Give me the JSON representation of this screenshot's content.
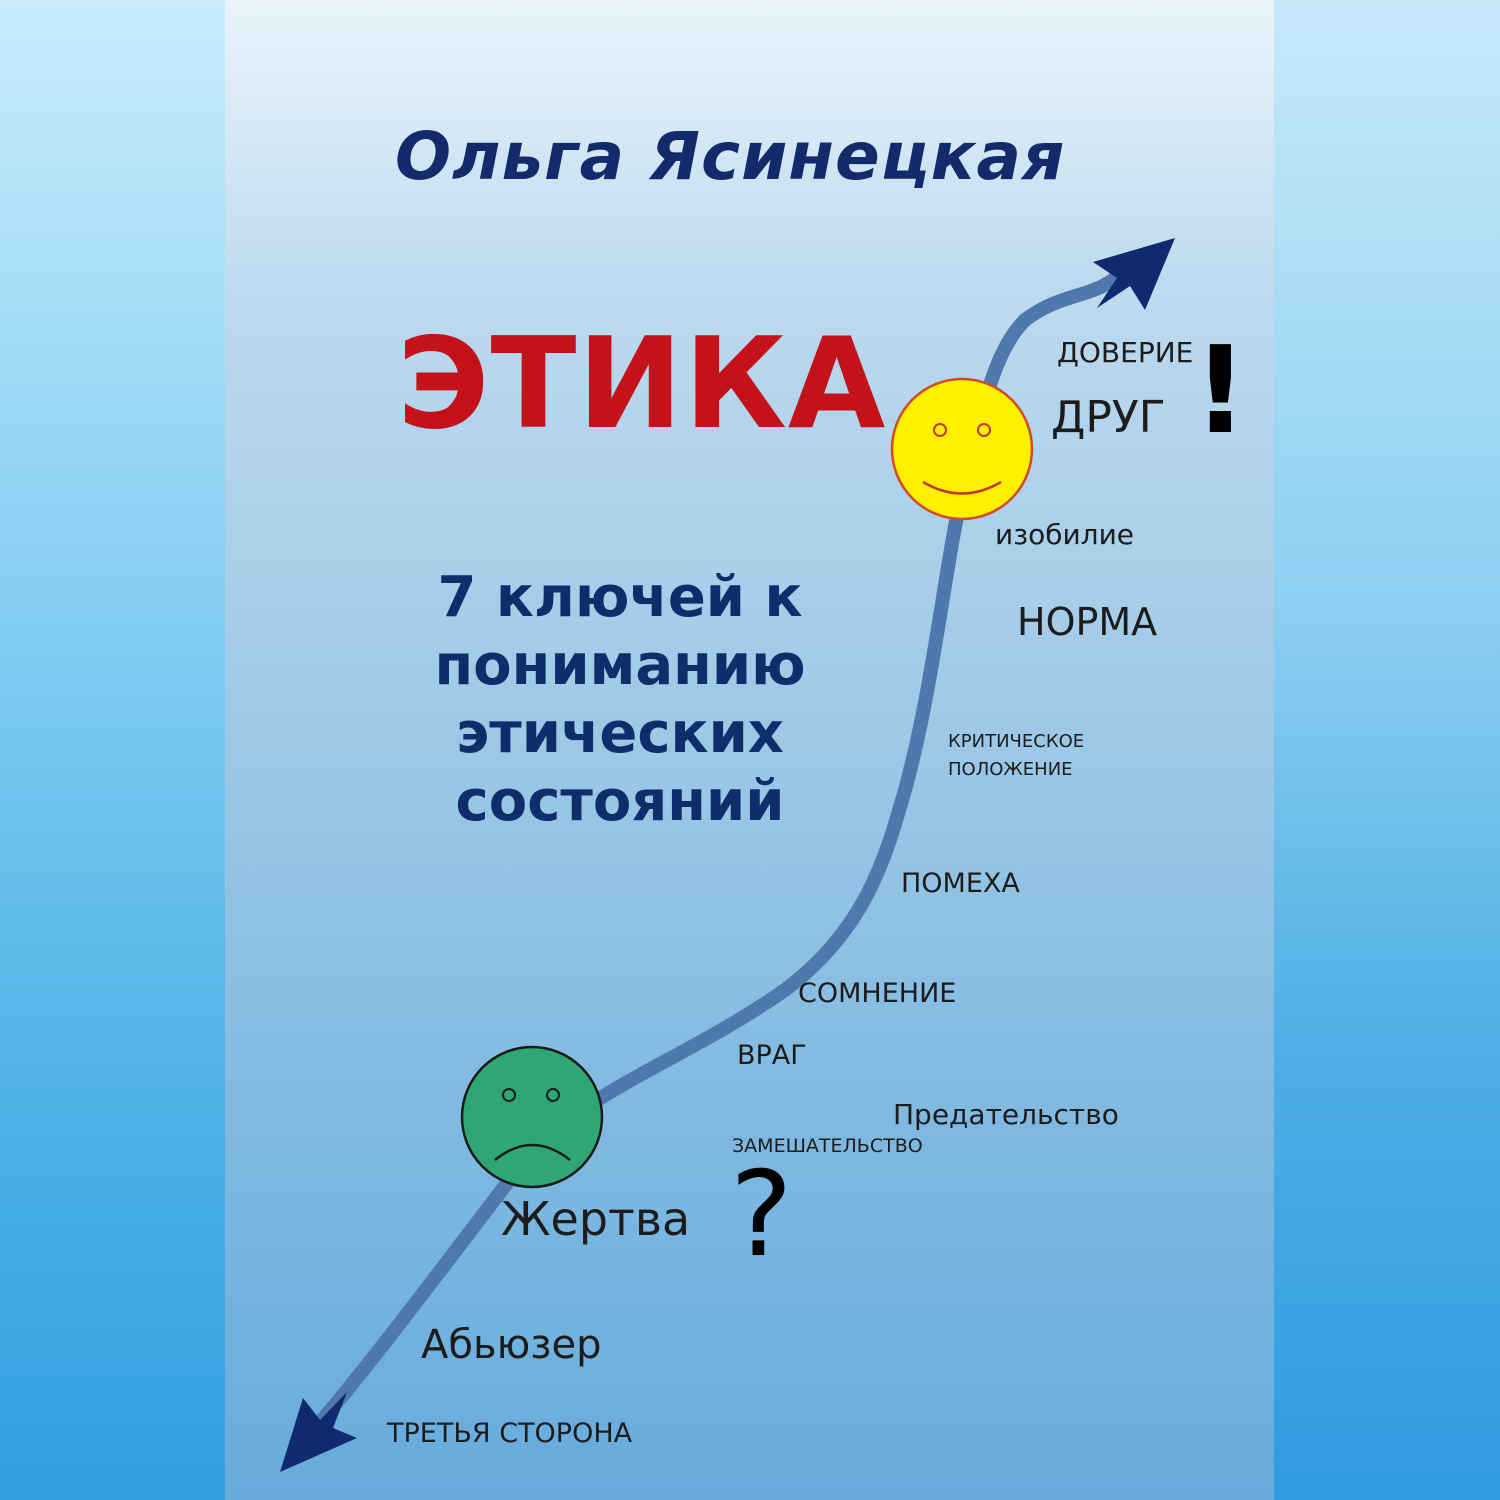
{
  "cover": {
    "author": "Ольга Ясинецкая",
    "title": "ЭТИКА",
    "subtitle_lines": [
      "7 ключей к",
      "пониманию",
      "этических",
      "состояний"
    ]
  },
  "scale_labels": {
    "doverie": "ДОВЕРИЕ",
    "drug": "ДРУГ",
    "exclamation": "!",
    "izobilie": "изобилие",
    "norma": "НОРМА",
    "kriticheskoe_line1": "КРИТИЧЕСКОЕ",
    "kriticheskoe_line2": "ПОЛОЖЕНИЕ",
    "pomekha": "ПОМЕХА",
    "somnenie": "СОМНЕНИЕ",
    "vrag": "ВРАГ",
    "predatelstvo": "Предательство",
    "zameshatelstvo": "ЗАМЕШАТЕЛЬСТВО",
    "question": "?",
    "zhertva": "Жертва",
    "abyuzer": "Абьюзер",
    "tretya_storona": "ТРЕТЬЯ СТОРОНА"
  },
  "colors": {
    "author": "#132a6b",
    "title": "#c4121a",
    "subtitle": "#0f2c6b",
    "curve": "#4f78ad",
    "arrowhead": "#102a70",
    "happy_face": "#fff000",
    "sad_face": "#2fa774"
  },
  "icons": {
    "happy": "smiley-face-icon",
    "sad": "sad-face-icon",
    "arrow_up": "arrow-up-right-icon",
    "arrow_down": "arrow-down-left-icon"
  }
}
